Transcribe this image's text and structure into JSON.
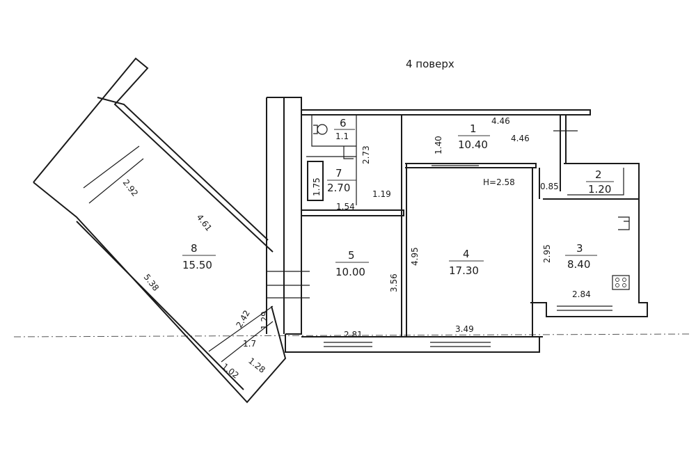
{
  "title": "4 поверх",
  "height_label": "H=2.58",
  "rooms": [
    {
      "id": "1",
      "number": "1",
      "area": "10.40"
    },
    {
      "id": "2",
      "number": "2",
      "area": "1.20"
    },
    {
      "id": "3",
      "number": "3",
      "area": "8.40"
    },
    {
      "id": "4",
      "number": "4",
      "area": "17.30"
    },
    {
      "id": "5",
      "number": "5",
      "area": "10.00"
    },
    {
      "id": "6",
      "number": "6",
      "area": "1.1"
    },
    {
      "id": "7",
      "number": "7",
      "area": "2.70"
    },
    {
      "id": "8",
      "number": "8",
      "area": "15.50"
    }
  ],
  "dimensions": {
    "r1_top_outer": "4.46",
    "r1_top_inner": "4.46",
    "r1_side": "1.40",
    "r2_width": "0.85",
    "r3_side": "2.95",
    "r3_bottom": "2.84",
    "r4_side": "4.95",
    "r4_bottom": "3.49",
    "r5_side": "3.56",
    "r5_bottom": "2.81",
    "r6_side": "2.73",
    "r7_niche": "1.75",
    "r7_width": "1.54",
    "r7_side": "1.19",
    "r8_top": "4.61",
    "r8_side": "5.38",
    "r8_window": "2.92",
    "balcony_a": "2.42",
    "balcony_b": "1.29",
    "balcony_c": "1.7",
    "balcony_d": "1.02",
    "balcony_e": "1.28"
  }
}
